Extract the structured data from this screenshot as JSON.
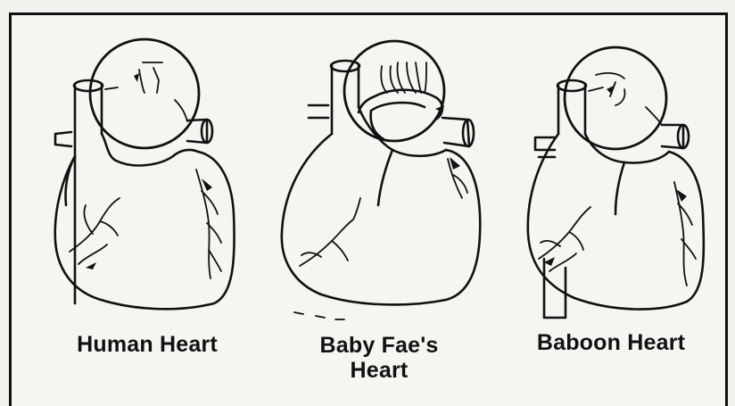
{
  "figure": {
    "panels": [
      {
        "id": "human",
        "label": "Human Heart"
      },
      {
        "id": "fae",
        "label": "Baby Fae's Heart"
      },
      {
        "id": "baboon",
        "label": "Baboon Heart"
      }
    ]
  }
}
